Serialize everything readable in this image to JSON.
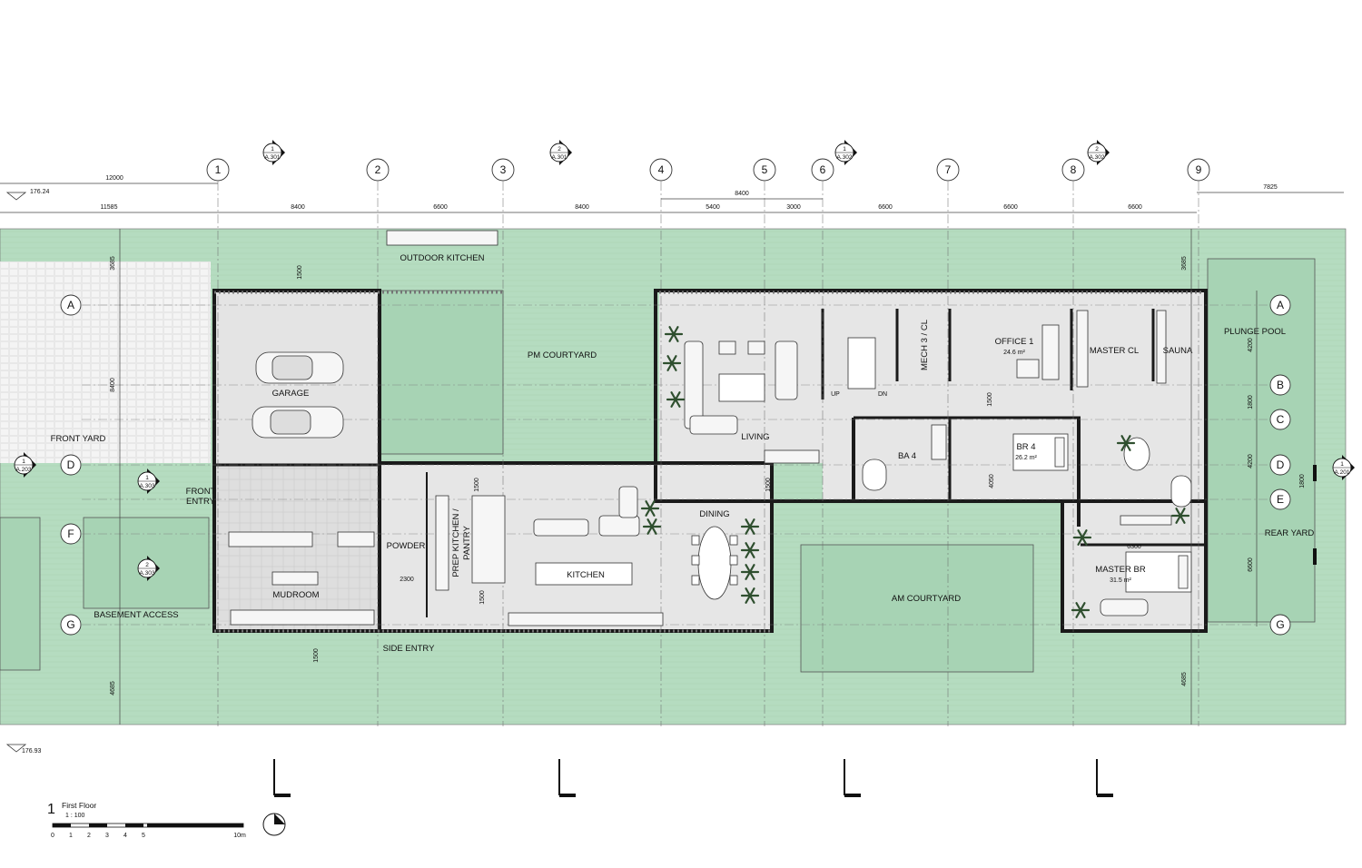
{
  "colors": {
    "landscape_green": "#b5dcc0",
    "green_stripe": "#a9d3b5",
    "interior_floor": "#e6e6e6",
    "wall": "#1a1a1a",
    "gravel": "#f2f2f2",
    "line": "#444444"
  },
  "icons": [
    "section-marker-icon",
    "grid-bubble-icon",
    "north-arrow-icon",
    "car-icon",
    "plant-icon",
    "sofa-icon",
    "bed-icon",
    "bathtub-icon"
  ],
  "plan": {
    "title_number": "1",
    "title": "First Floor",
    "scale": "1 : 100",
    "scale_bar_labels": [
      "0",
      "1",
      "2",
      "3",
      "4",
      "5",
      "10m"
    ]
  },
  "grid": {
    "columns": [
      "1",
      "2",
      "3",
      "4",
      "5",
      "6",
      "7",
      "8",
      "9"
    ],
    "rows_left": [
      "A",
      "D",
      "F",
      "G"
    ],
    "rows_right": [
      "A",
      "B",
      "C",
      "D",
      "E",
      "G"
    ]
  },
  "dimensions": {
    "top_overall": "12000",
    "top_spans": [
      "11585",
      "8400",
      "6600",
      "8400",
      "5400",
      "3000",
      "6600",
      "6600",
      "6600"
    ],
    "span_4_6": "8400",
    "right_overall": "7825",
    "elevations": [
      "176.24",
      "176.93"
    ],
    "left_vertical": [
      "3685",
      "8400",
      "4685"
    ],
    "right_vertical": [
      "3685",
      "4200",
      "1800",
      "4200",
      "1800",
      "6600",
      "4685"
    ],
    "misc": [
      "1500",
      "1500",
      "1500",
      "1500",
      "1500",
      "1500",
      "2300",
      "4050",
      "6300"
    ]
  },
  "sections": [
    {
      "num": "1",
      "sheet": "A.301"
    },
    {
      "num": "2",
      "sheet": "A.301"
    },
    {
      "num": "1",
      "sheet": "A.302"
    },
    {
      "num": "2",
      "sheet": "A.302"
    },
    {
      "num": "1",
      "sheet": "A.203"
    },
    {
      "num": "1",
      "sheet": "A.303"
    },
    {
      "num": "2",
      "sheet": "A.303"
    },
    {
      "num": "1",
      "sheet": "A.201"
    }
  ],
  "rooms": {
    "outdoor_kitchen": "OUTDOOR KITCHEN",
    "pm_courtyard": "PM COURTYARD",
    "garage": "GARAGE",
    "front_yard": "FRONT YARD",
    "front_entry_1": "FRONT",
    "front_entry_2": "ENTRY",
    "mudroom": "MUDROOM",
    "powder": "POWDER",
    "prep_kitchen_1": "PREP KITCHEN /",
    "prep_kitchen_2": "PANTRY",
    "kitchen": "KITCHEN",
    "dining": "DINING",
    "living": "LIVING",
    "mech": "MECH 3 / CL",
    "office": "OFFICE 1",
    "office_area": "24.6 m²",
    "master_cl": "MASTER CL",
    "sauna": "SAUNA",
    "plunge_pool": "PLUNGE POOL",
    "ba4": "BA 4",
    "br4": "BR 4",
    "br4_area": "26.2 m²",
    "rear_yard": "REAR YARD",
    "master_br": "MASTER BR",
    "master_br_area": "31.5 m²",
    "am_courtyard": "AM COURTYARD",
    "basement_access": "BASEMENT ACCESS",
    "side_entry": "SIDE ENTRY",
    "stair_up": "UP",
    "stair_dn": "DN"
  }
}
